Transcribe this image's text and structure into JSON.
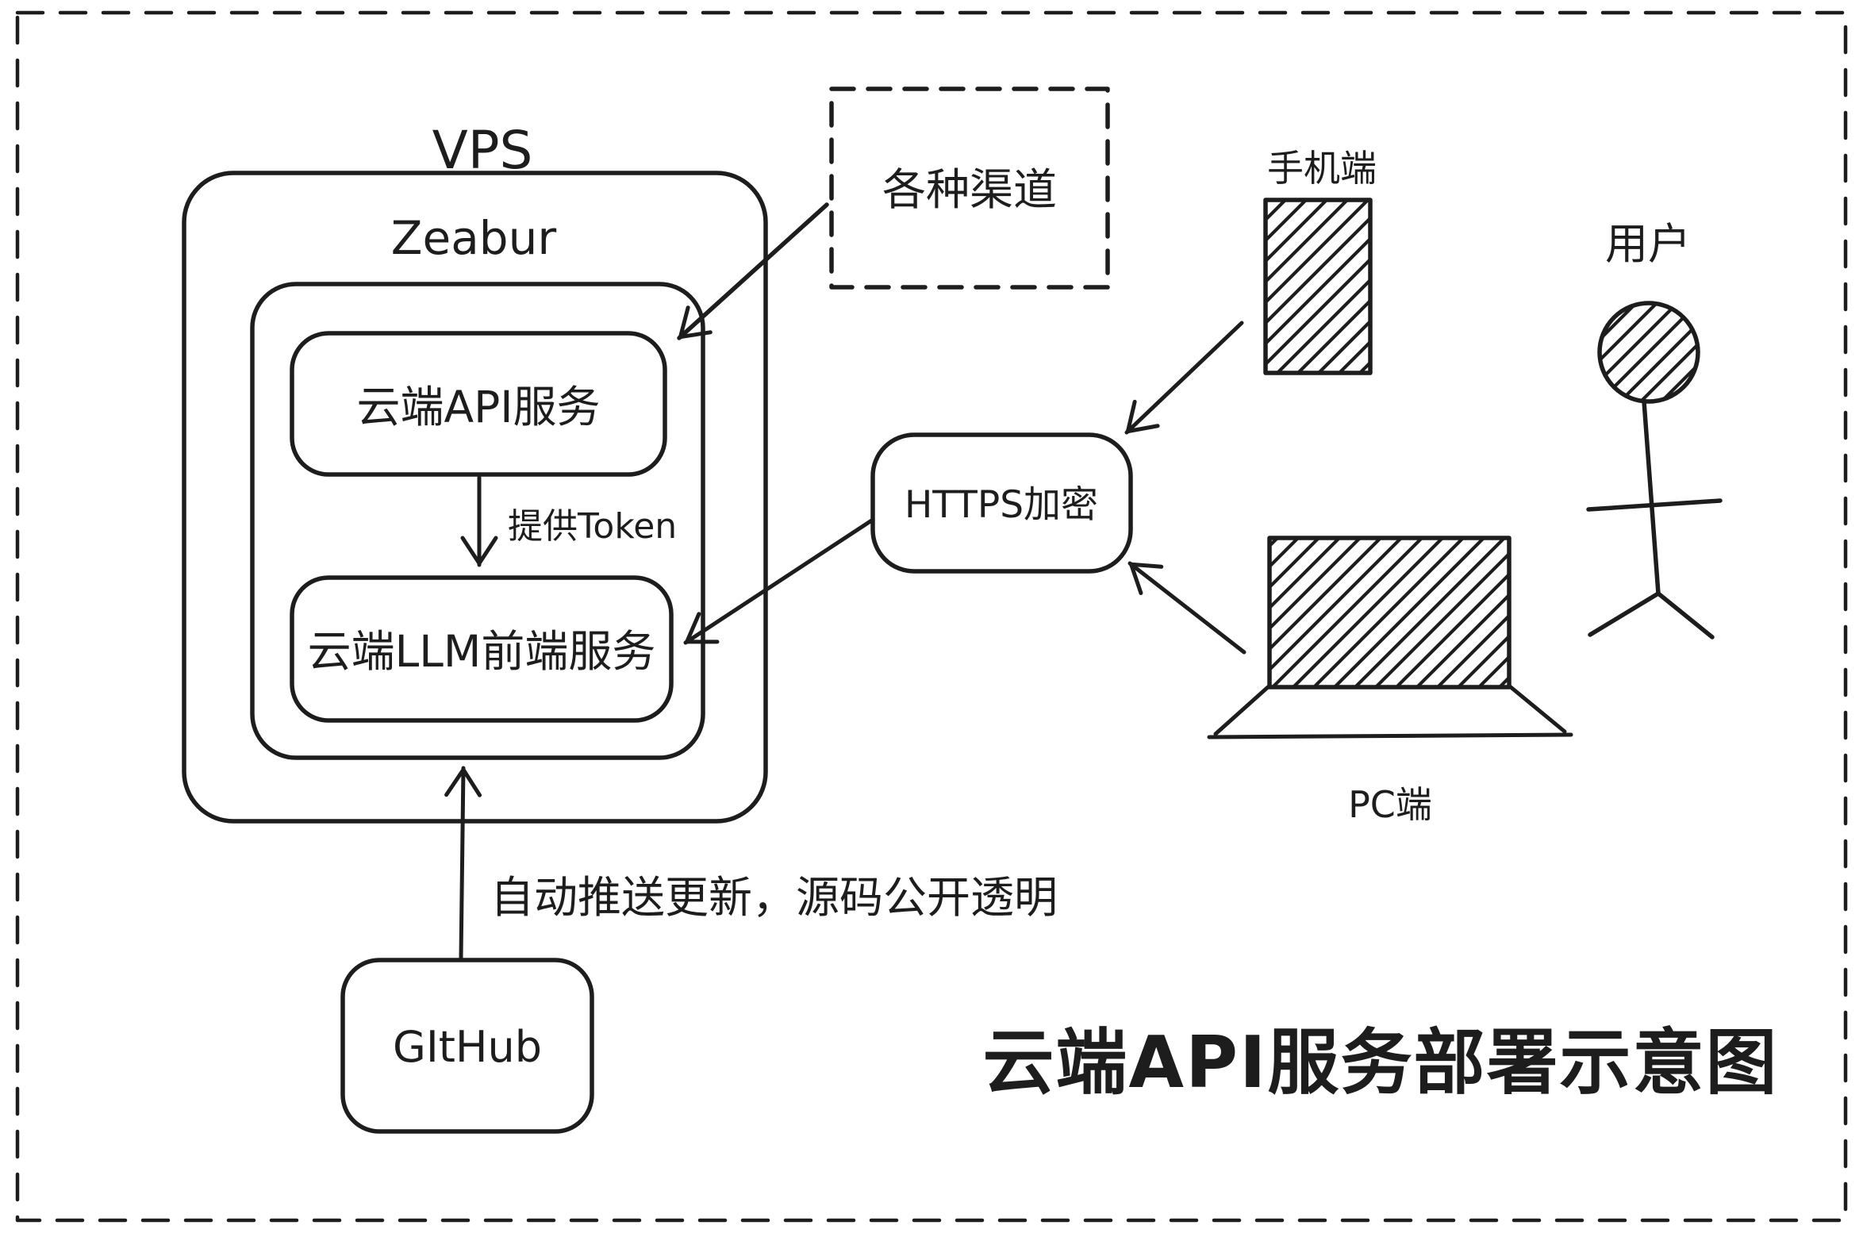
{
  "diagram": {
    "title": "云端API服务部署示意图",
    "host": {
      "label": "VPS",
      "platform_label": "Zeabur"
    },
    "nodes": {
      "api_service": "云端API服务",
      "llm_frontend": "云端LLM前端服务",
      "github": "GItHub",
      "channels": "各种渠道",
      "https": "HTTPS加密"
    },
    "devices": {
      "phone": "手机端",
      "pc": "PC端",
      "user": "用户"
    },
    "edges": {
      "token_label": "提供Token",
      "push_label": "自动推送更新，源码公开透明"
    },
    "colors": {
      "ink": "#1d1d1d",
      "background": "#ffffff"
    }
  }
}
